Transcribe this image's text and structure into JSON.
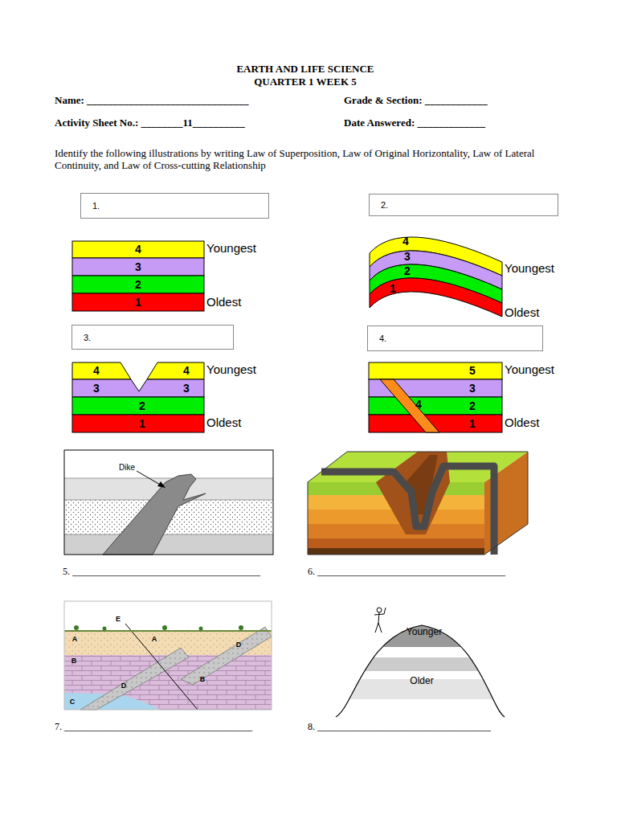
{
  "diagram": {
    "title": "EARTH AND LIFE SCIENCE QUARTER 1 WEEK 5",
    "nodes": [
      {
        "text": [
          "1."
        ]
      },
      {
        "text": [
          "2."
        ]
      },
      {
        "text": [
          "3."
        ]
      },
      {
        "text": [
          "4."
        ]
      }
    ],
    "labels": [
      "Name: _______________________________",
      "Grade & Section: ____________",
      "Activity Sheet No.: ________11__________",
      "Date Answered: _____________",
      "Identify the following illustrations by writing Law of Superposition, Law of Original Horizontality, Law of Lateral Continuity, and Law of Cross-cutting Relationship",
      "4",
      "3",
      "2",
      "1",
      "Youngest",
      "Oldest",
      "4",
      "3",
      "2",
      "1",
      "Youngest",
      "Oldest",
      "4",
      "4",
      "3",
      "3",
      "2",
      "1",
      "Youngest",
      "Oldest",
      "5",
      "3",
      "4",
      "2",
      "1",
      "Youngest",
      "Oldest",
      "Dike",
      "E",
      "A",
      "A",
      "D",
      "B",
      "D",
      "B",
      "C",
      "Younger",
      "Older",
      "5. _______________________________________",
      "6. _______________________________________",
      "7. _______________________________________",
      "8. ____________________________________"
    ]
  }
}
